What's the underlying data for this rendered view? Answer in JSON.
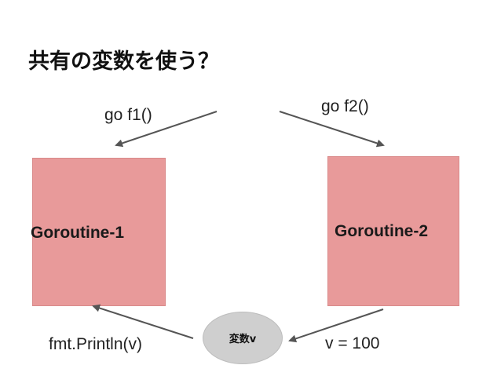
{
  "title": "共有の変数を使う？",
  "spawn_labels": {
    "left": "go f1()",
    "right": "go f2()"
  },
  "goroutines": {
    "left": "Goroutine-1",
    "right": "Goroutine-2"
  },
  "variable": "変数v",
  "io_labels": {
    "read": "fmt.Println(v)",
    "write": "v = 100"
  },
  "colors": {
    "box": "#e89a9a",
    "circle": "#cfcfcf",
    "arrow": "#555555"
  }
}
